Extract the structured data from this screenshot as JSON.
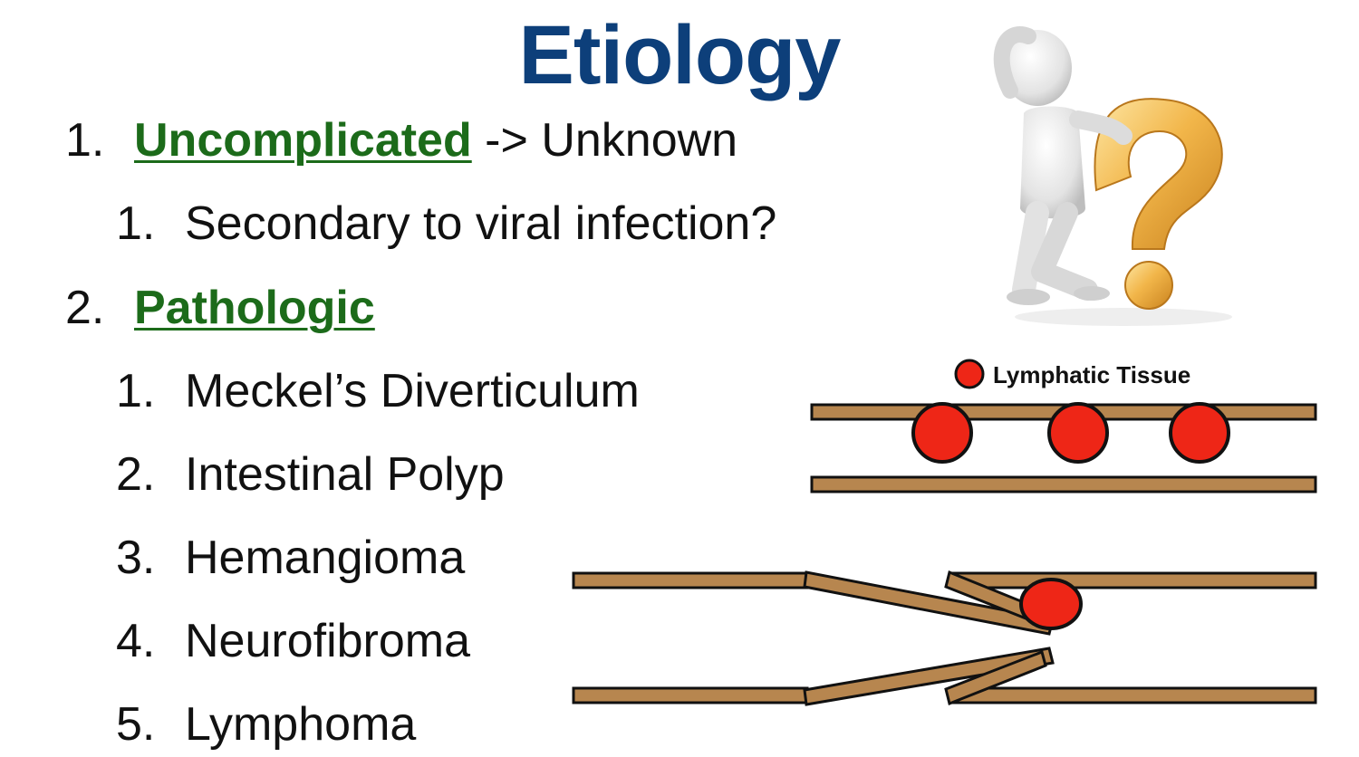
{
  "title": "Etiology",
  "colors": {
    "title": "#0d3f7a",
    "highlight": "#1c6b1a",
    "text": "#111111",
    "wall_fill": "#b7864f",
    "wall_stroke": "#111111",
    "lymph_fill": "#ee2617",
    "question_mark": "#f2b64a"
  },
  "outline": [
    {
      "number": "1.",
      "highlight": "Uncomplicated",
      "suffix": " -> Unknown",
      "subitems": [
        {
          "number": "1.",
          "text": "Secondary to viral infection?"
        }
      ]
    },
    {
      "number": "2.",
      "highlight": "Pathologic",
      "suffix": "",
      "subitems": [
        {
          "number": "1.",
          "text": "Meckel’s Diverticulum"
        },
        {
          "number": "2.",
          "text": "Intestinal Polyp"
        },
        {
          "number": "3.",
          "text": "Hemangioma"
        },
        {
          "number": "4.",
          "text": "Neurofibroma"
        },
        {
          "number": "5.",
          "text": "Lymphoma"
        }
      ]
    }
  ],
  "diagram": {
    "legend_label": "Lymphatic Tissue"
  },
  "clipart": {
    "icon": "thinking-person-question-mark-icon"
  }
}
